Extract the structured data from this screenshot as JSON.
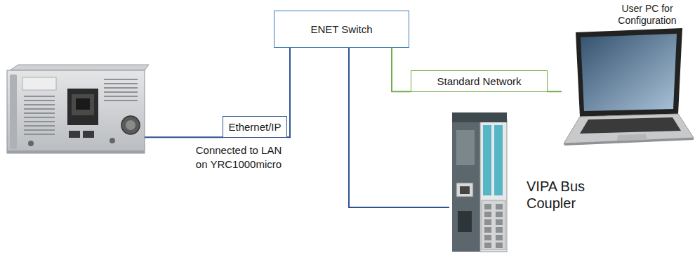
{
  "diagram": {
    "nodes": [
      {
        "text": [
          "ENET Switch"
        ]
      },
      {
        "text": [
          "Ethernet/IP"
        ]
      },
      {
        "text": [
          "Standard Network"
        ]
      },
      {
        "text": [
          "User PC for Configuration"
        ]
      },
      {
        "text": [
          "VIPA Bus Coupler"
        ]
      }
    ],
    "edges": [
      {
        "from": 0,
        "to": 1,
        "arrow": "none"
      },
      {
        "from": 0,
        "to": 2,
        "arrow": "none"
      },
      {
        "from": 2,
        "to": 3,
        "arrow": "none"
      },
      {
        "from": 0,
        "to": 4,
        "arrow": "none"
      }
    ],
    "labels": [
      "Connected to LAN on YRC1000micro"
    ]
  }
}
